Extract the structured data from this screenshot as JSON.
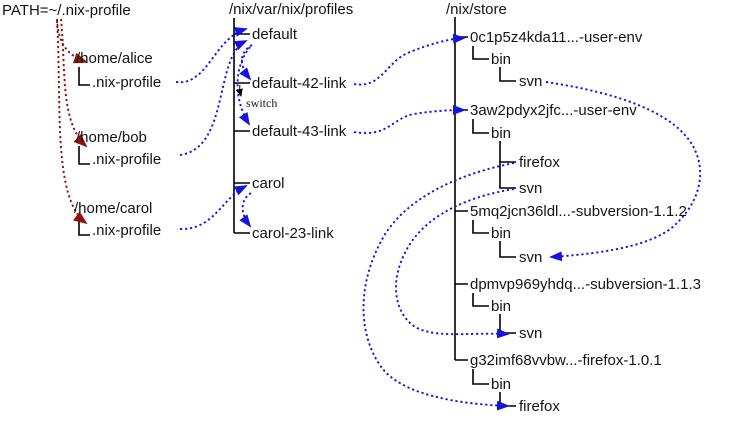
{
  "env_var": {
    "label": "PATH=~/.nix-profile"
  },
  "homes": [
    {
      "dir": "/home/alice",
      "profile": ".nix-profile"
    },
    {
      "dir": "/home/bob",
      "profile": ".nix-profile"
    },
    {
      "dir": "/home/carol",
      "profile": ".nix-profile"
    }
  ],
  "profiles": {
    "root": "/nix/var/nix/profiles",
    "items": [
      {
        "label": "default"
      },
      {
        "label": "default-42-link"
      },
      {
        "label": "default-43-link"
      },
      {
        "label": "carol"
      },
      {
        "label": "carol-23-link"
      }
    ],
    "switch_label": "switch"
  },
  "store": {
    "root": "/nix/store",
    "items": [
      {
        "name": "0c1p5z4kda11...-user-env",
        "bin": "bin",
        "children": [
          {
            "label": "svn"
          }
        ]
      },
      {
        "name": "3aw2pdyx2jfc...-user-env",
        "bin": "bin",
        "children": [
          {
            "label": "firefox"
          },
          {
            "label": "svn"
          }
        ]
      },
      {
        "name": "5mq2jcn36ldl...-subversion-1.1.2",
        "bin": "bin",
        "children": [
          {
            "label": "svn"
          }
        ]
      },
      {
        "name": "dpmvp969yhdq...-subversion-1.1.3",
        "bin": "bin",
        "children": [
          {
            "label": "svn"
          }
        ]
      },
      {
        "name": "g32imf68vvbw...-firefox-1.0.1",
        "bin": "bin",
        "children": [
          {
            "label": "firefox"
          }
        ]
      }
    ]
  },
  "colors": {
    "symlink_arrow": "#1414dc",
    "path_arrow": "#8e130c",
    "tree_line": "#000000"
  },
  "edges": {
    "path_lookup": [
      {
        "from": "PATH=~/.nix-profile",
        "to": "/home/alice/.nix-profile"
      },
      {
        "from": "PATH=~/.nix-profile",
        "to": "/home/bob/.nix-profile"
      },
      {
        "from": "PATH=~/.nix-profile",
        "to": "/home/carol/.nix-profile"
      }
    ],
    "symlinks": [
      {
        "from": "/home/alice/.nix-profile",
        "to": "/nix/var/nix/profiles/default"
      },
      {
        "from": "/home/bob/.nix-profile",
        "to": "/nix/var/nix/profiles/default"
      },
      {
        "from": "default",
        "to": "default-42-link"
      },
      {
        "from": "default",
        "to": "default-43-link",
        "note": "switch"
      },
      {
        "from": "/home/carol/.nix-profile",
        "to": "/nix/var/nix/profiles/carol"
      },
      {
        "from": "carol",
        "to": "carol-23-link"
      },
      {
        "from": "default-42-link",
        "to": "/nix/store/0c1p5z4kda11...-user-env"
      },
      {
        "from": "default-43-link",
        "to": "/nix/store/3aw2pdyx2jfc...-user-env"
      },
      {
        "from": "0c1p5z4kda11...-user-env/bin/svn",
        "to": "5mq2jcn36ldl...-subversion-1.1.2/bin/svn"
      },
      {
        "from": "3aw2pdyx2jfc...-user-env/bin/svn",
        "to": "dpmvp969yhdq...-subversion-1.1.3/bin/svn"
      },
      {
        "from": "3aw2pdyx2jfc...-user-env/bin/firefox",
        "to": "g32imf68vvbw...-firefox-1.0.1/bin/firefox"
      }
    ]
  }
}
